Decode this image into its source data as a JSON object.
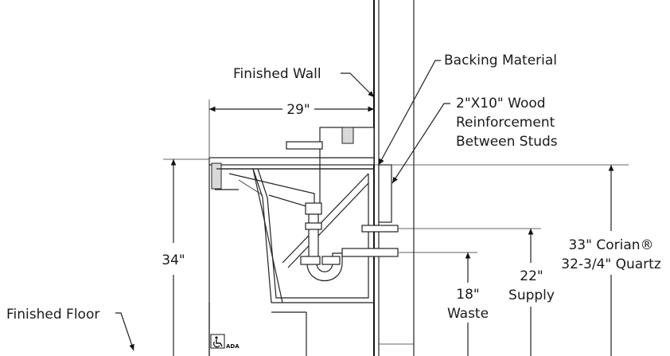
{
  "labels": {
    "finished_wall": "Finished Wall",
    "backing_material": "Backing Material",
    "reinforcement_line1": "2\"X10\" Wood",
    "reinforcement_line2": "Reinforcement",
    "reinforcement_line3": "Between Studs",
    "width_dim": "29\"",
    "height_dim": "34\"",
    "corian_line1": "33\" Corian®",
    "corian_line2": "32-3/4\" Quartz",
    "supply_line1": "22\"",
    "supply_line2": "Supply",
    "waste_line1": "18\"",
    "waste_line2": "Waste",
    "finished_floor": "Finished Floor",
    "ada_badge": "ADA"
  },
  "icons": {
    "accessibility": "wheelchair-icon"
  }
}
